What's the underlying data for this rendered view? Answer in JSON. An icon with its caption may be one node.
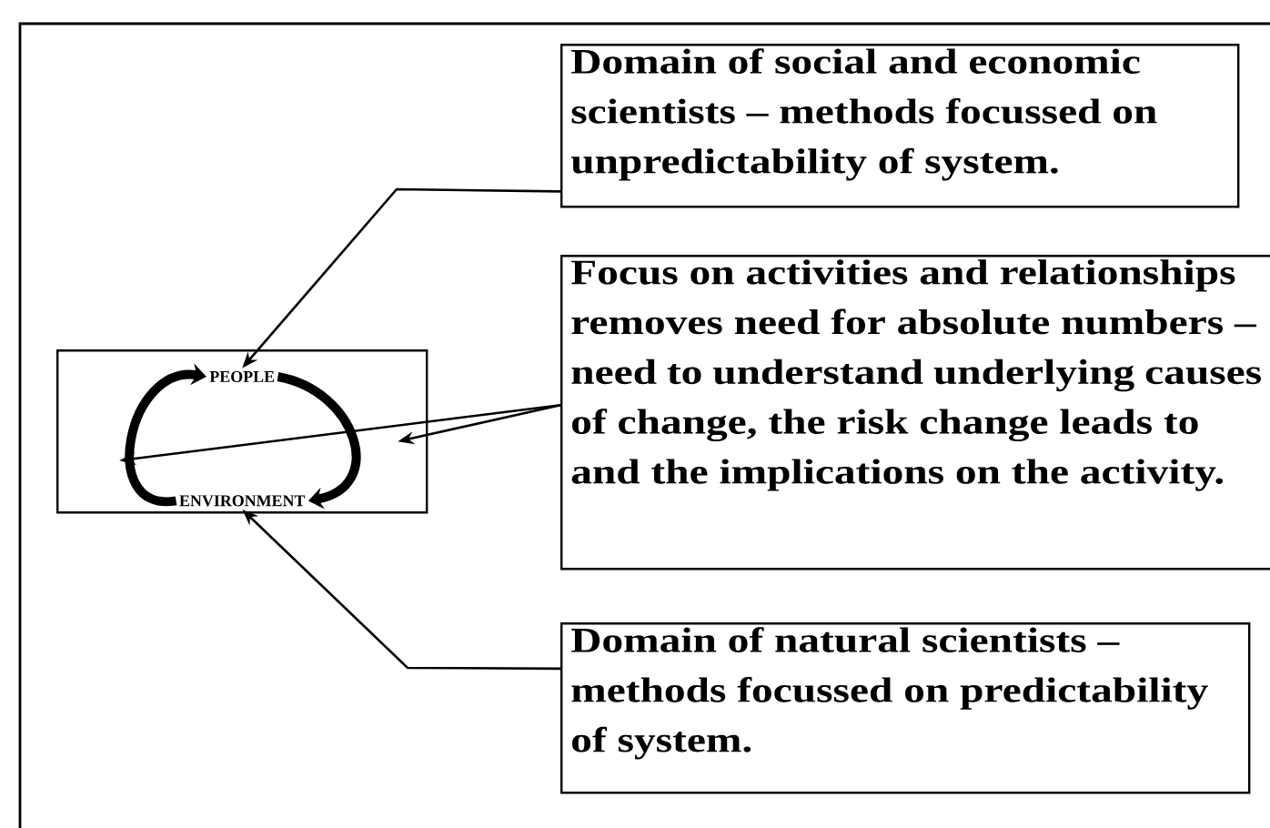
{
  "diagram": {
    "nodes": [
      {
        "text": [],
        "shape": "box"
      },
      {
        "text": [
          "PEOPLE"
        ],
        "in": 0
      },
      {
        "text": [
          "ENVIRONMENT"
        ],
        "in": 0
      },
      {
        "text": [
          "Domain of social and economic scientists – methods focussed on unpredictability of system."
        ]
      },
      {
        "text": [
          "Focus on activities and relationships removes need for absolute numbers – need to understand underlying causes of change, the risk change leads to and the implications on the activity."
        ]
      },
      {
        "text": [
          "Domain of natural scientists – methods focussed on predictability of system."
        ]
      }
    ],
    "edges": [
      {
        "from": 3,
        "to": 1,
        "arrow": "to"
      },
      {
        "from": 4,
        "to": 0,
        "arrow": "to"
      },
      {
        "from": 4,
        "to": 0,
        "arrow": "to"
      },
      {
        "from": 5,
        "to": 2,
        "arrow": "to"
      },
      {
        "from": 2,
        "to": 1,
        "arrow": "to",
        "style": "thick"
      },
      {
        "from": 1,
        "to": 2,
        "arrow": "to",
        "style": "thick"
      }
    ]
  }
}
